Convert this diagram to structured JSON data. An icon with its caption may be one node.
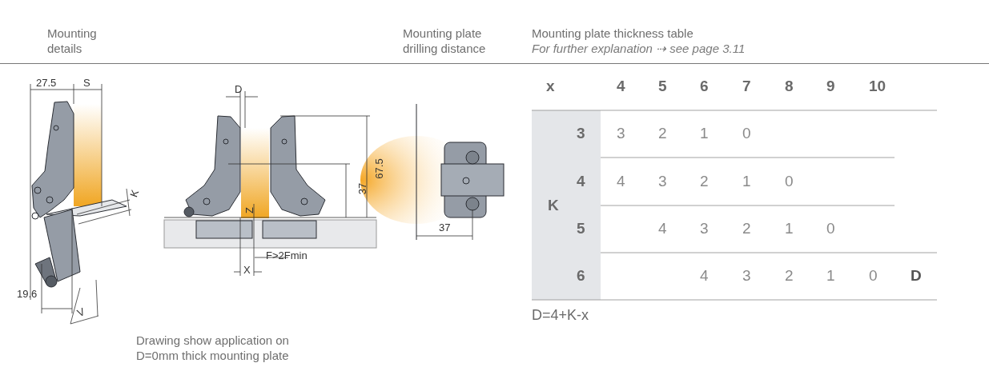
{
  "diagram": {
    "labels": [
      "Mounting details",
      "Mounting plate drilling distance",
      "Mounting plate thickness table",
      "For further explanation ⇢ see page 3.11",
      "27.5",
      "S",
      "D",
      "67.5",
      "K",
      "37",
      "Z",
      "37",
      "F>2Fmin",
      "X",
      "19.6",
      "V",
      "x",
      "4",
      "5",
      "6",
      "7",
      "8",
      "9",
      "10",
      "3",
      "3",
      "2",
      "1",
      "0",
      "4",
      "4",
      "3",
      "2",
      "1",
      "0",
      "K",
      "5",
      "4",
      "3",
      "2",
      "1",
      "0",
      "6",
      "4",
      "3",
      "2",
      "1",
      "0",
      "D",
      "D=4+K-x",
      "Drawing show application on D=0mm thick mounting plate"
    ]
  }
}
